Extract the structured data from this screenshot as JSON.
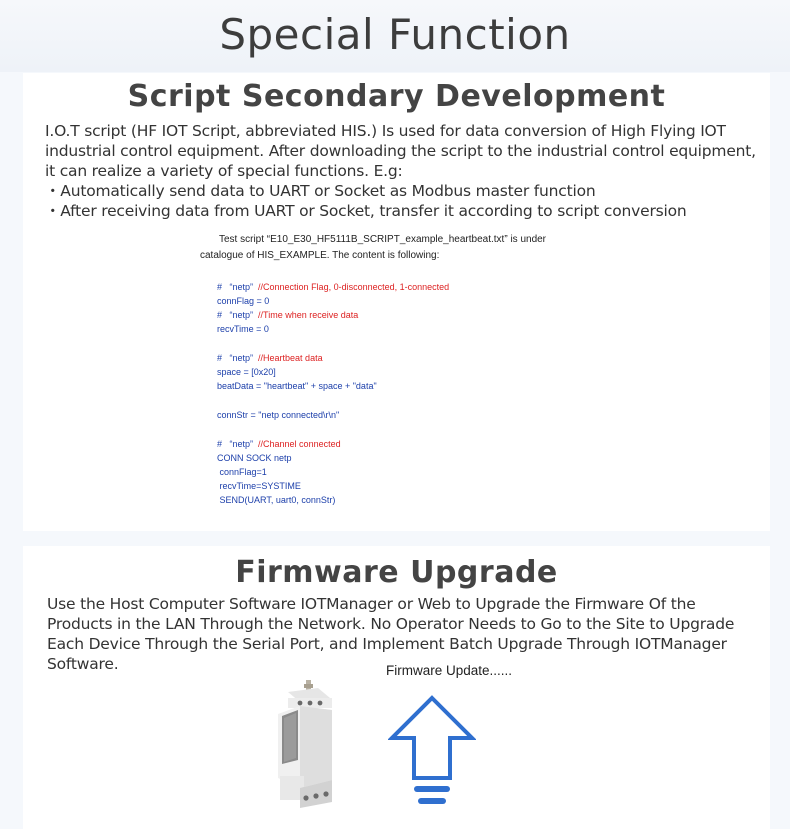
{
  "page": {
    "title": "Special Function"
  },
  "script_section": {
    "title": "Script Secondary Development",
    "description": "I.O.T script (HF IOT Script, abbreviated HIS.) Is used for data conversion of High Flying IOT industrial control equipment. After downloading the script to the industrial control equipment, it can realize a variety of special functions. E.g:",
    "bullets": [
      "・Automatically send data to UART or Socket as Modbus master function",
      "・After receiving data from UART or Socket, transfer it according to script conversion"
    ],
    "code_image": {
      "intro_line1": "Test script “E10_E30_HF5111B_SCRIPT_example_heartbeat.txt” is under",
      "intro_line2": "catalogue of HIS_EXAMPLE. The content is following:",
      "lines": [
        {
          "code": "#   “netp”  ",
          "comment": "//Connection Flag, 0-disconnected, 1-connected"
        },
        {
          "code": "connFlag = 0",
          "comment": ""
        },
        {
          "code": "#   “netp”  ",
          "comment": "//Time when receive data"
        },
        {
          "code": "recvTime = 0",
          "comment": ""
        },
        {
          "code": "#   “netp”  ",
          "comment": "//Heartbeat data"
        },
        {
          "code": "space = [0x20]",
          "comment": ""
        },
        {
          "code": "beatData = \"heartbeat\" + space + \"data\"",
          "comment": ""
        },
        {
          "code": "connStr = \"netp connected\\r\\n\"",
          "comment": ""
        },
        {
          "code": "#   “netp”  ",
          "comment": "//Channel connected"
        },
        {
          "code": "CONN SOCK netp",
          "comment": ""
        },
        {
          "code": " connFlag=1",
          "comment": ""
        },
        {
          "code": " recvTime=SYSTIME",
          "comment": ""
        },
        {
          "code": " SEND(UART, uart0, connStr)",
          "comment": ""
        }
      ]
    }
  },
  "firmware_section": {
    "title": "Firmware Upgrade",
    "description": "Use the Host Computer Software IOTManager or Web to Upgrade the Firmware Of the Products in the LAN Through the Network. No Operator Needs to Go to the Site to Upgrade Each Device Through the Serial Port, and Implement Batch Upgrade Through IOTManager Software.",
    "caption": "Firmware Update......"
  },
  "colors": {
    "code_text": "#1c3faa",
    "code_comment": "#dd2222",
    "arrow_outline": "#2f6fcf",
    "page_background": "#f5f8fc"
  }
}
